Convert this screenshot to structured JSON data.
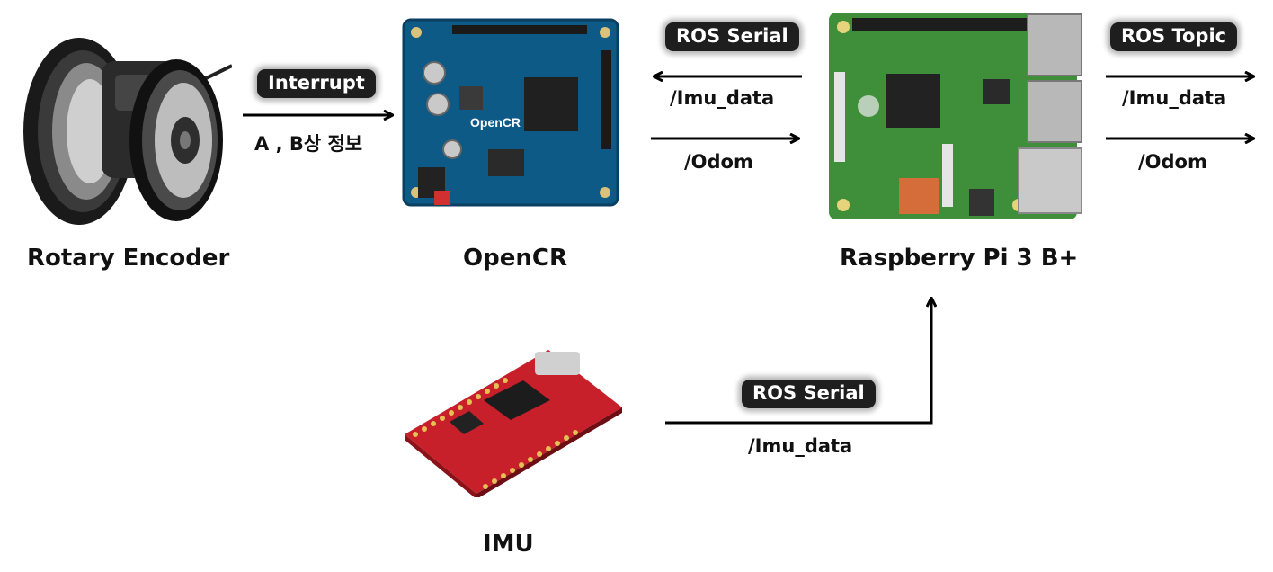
{
  "nodes": {
    "encoder": "Rotary Encoder",
    "opencr": "OpenCR",
    "rpi": "Raspberry Pi 3 B+",
    "imu": "IMU"
  },
  "links": {
    "encoder_to_opencr": {
      "badge": "Interrupt",
      "label": "A , B상 정보"
    },
    "opencr_rpi": {
      "badge": "ROS Serial",
      "upper": "/Imu_data",
      "lower": "/Odom"
    },
    "rpi_out": {
      "badge": "ROS Topic",
      "upper": "/Imu_data",
      "lower": "/Odom"
    },
    "imu_to_rpi": {
      "badge": "ROS Serial",
      "label": "/Imu_data"
    }
  },
  "board_text": {
    "opencr_silk": "OpenCR"
  },
  "colors": {
    "opencr_board": "#0e5a86",
    "rpi_board": "#3f8f3a",
    "imu_board": "#c8202a",
    "badge_bg": "#1e1e1e",
    "arrow": "#000000"
  }
}
